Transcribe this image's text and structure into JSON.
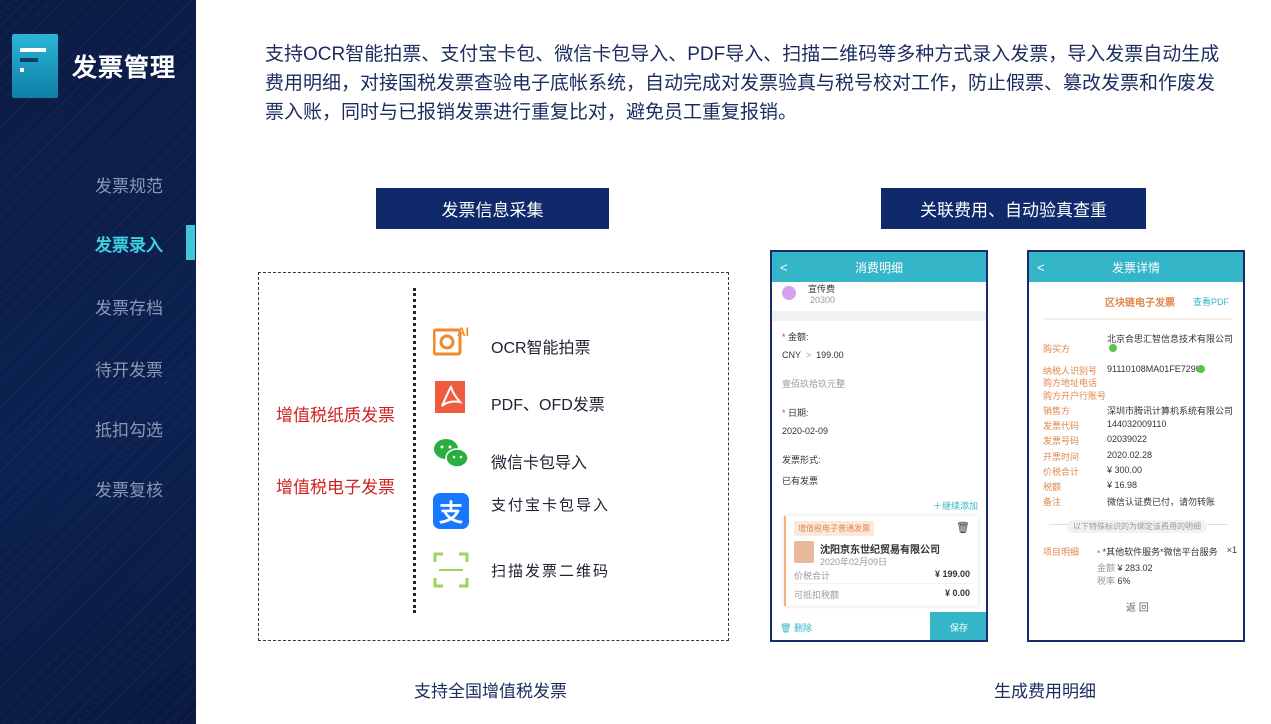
{
  "sidebar": {
    "title": "发票管理",
    "items": [
      {
        "label": "发票规范"
      },
      {
        "label": "发票录入",
        "active": true
      },
      {
        "label": "发票存档"
      },
      {
        "label": "待开发票"
      },
      {
        "label": "抵扣勾选"
      },
      {
        "label": "发票复核"
      }
    ]
  },
  "intro": "支持OCR智能拍票、支付宝卡包、微信卡包导入、PDF导入、扫描二维码等多种方式录入发票，导入发票自动生成费用明细，对接国税发票查验电子底帐系统，自动完成对发票验真与税号校对工作，防止假票、篡改发票和作废发票入账，同时与已报销发票进行重复比对，避免员工重复报销。",
  "left": {
    "banner": "发票信息采集",
    "types": [
      "增值税纸质发票",
      "增值税电子发票"
    ],
    "methods": [
      {
        "icon": "ocr-camera-icon",
        "label": "OCR智能拍票"
      },
      {
        "icon": "pdf-icon",
        "label": "PDF、OFD发票"
      },
      {
        "icon": "wechat-icon",
        "label": "微信卡包导入"
      },
      {
        "icon": "alipay-icon",
        "label": "支付宝卡包导入"
      },
      {
        "icon": "qr-scan-icon",
        "label": "扫描发票二维码"
      }
    ],
    "caption": "支持全国增值税发票"
  },
  "right": {
    "banner": "关联费用、自动验真查重",
    "caption": "生成费用明细"
  },
  "phone1": {
    "title": "消费明细",
    "category": "宣传费",
    "category_code": "20300",
    "amount_label": "金额:",
    "currency": "CNY",
    "amount": "199.00",
    "amount_words": "壹佰玖拾玖元整",
    "date_label": "日期:",
    "date": "2020-02-09",
    "form_label": "发票形式:",
    "form": "已有发票",
    "add": "继续添加",
    "invoice_tag": "增值税电子普通发票",
    "company": "沈阳京东世纪贸易有限公司",
    "invoice_date": "2020年02月09日",
    "total_label": "价税合计",
    "total": "¥ 199.00",
    "deduct_label": "可抵扣税额",
    "deduct": "¥ 0.00",
    "delete": "删除",
    "save": "保存"
  },
  "phone2": {
    "title": "发票详情",
    "heading": "区块链电子发票",
    "view_pdf": "查看PDF",
    "fields": [
      {
        "k": "购买方",
        "v": "北京合思汇智信息技术有限公司"
      },
      {
        "k": "纳税人识别号",
        "v": "91110108MA01FE729U"
      },
      {
        "k": "购方地址电话",
        "v": ""
      },
      {
        "k": "购方开户行账号",
        "v": ""
      },
      {
        "k": "销售方",
        "v": "深圳市腾讯计算机系统有限公司"
      },
      {
        "k": "发票代码",
        "v": "144032009110"
      },
      {
        "k": "发票号码",
        "v": "02039022"
      },
      {
        "k": "开票时间",
        "v": "2020.02.28"
      },
      {
        "k": "价税合计",
        "v": "¥ 300.00"
      },
      {
        "k": "税额",
        "v": "¥ 16.98"
      },
      {
        "k": "备注",
        "v": "微信认证费已付，请勿转账"
      }
    ],
    "divider": "以下特殊标识的为绑定该费用的明细",
    "item_label": "项目明细",
    "item": "*其他软件服务*微信平台服务",
    "qty": "×1",
    "item_amount_label": "金额",
    "item_amount": "¥ 283.02",
    "rate_label": "税率",
    "rate": "6%",
    "back": "返 回"
  }
}
